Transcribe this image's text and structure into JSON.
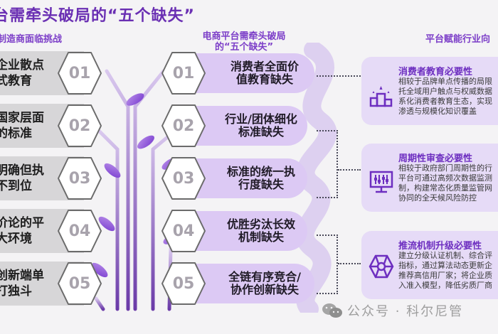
{
  "title": "台需牵头破局的“五个缺失”",
  "columns": {
    "left_heading": "制造商面临挑战",
    "middle_heading_line1": "电商平台需牵头破局",
    "middle_heading_line2": "的“五个缺失”",
    "right_heading": "平台赋能行业向"
  },
  "challenges": [
    {
      "number": "01",
      "text": "企业散点\n式教育"
    },
    {
      "number": "02",
      "text": "国家层面\n的标准"
    },
    {
      "number": "03",
      "text": "明确但执\n不到位"
    },
    {
      "number": "04",
      "text": "价论的平\n大环境"
    },
    {
      "number": "05",
      "text": "创新端单\n打独斗"
    }
  ],
  "gaps": [
    {
      "number": "01",
      "text": "消费者全面价\n值教育缺失"
    },
    {
      "number": "02",
      "text": "行业/团体细化\n标准缺失"
    },
    {
      "number": "03",
      "text": "标准的统一执\n行度缺失"
    },
    {
      "number": "04",
      "text": "优胜劣汰长效\n机制缺失"
    },
    {
      "number": "05",
      "text": "全链有序竞合/\n协作创新缺失"
    }
  ],
  "necessities": [
    {
      "icon": "podium-stars-icon",
      "title": "消费者教育必要性",
      "body": "相较于品牌单点传播的局限\n托全域用户触点与权威数据\n系化消费者教育生态，实现\n渗透与规模化知识覆盖"
    },
    {
      "icon": "monitor-sliders-icon",
      "title": "周期性审查必要性",
      "body": "相较于政府部门周期性的行\n平台可通过高频次数据监测\n制，构建常态化质量监管网\n协同的全天候风险防控"
    },
    {
      "icon": "network-hexagon-icon",
      "title": "推流机制升级必要性",
      "body": "建立分级认证机制、综合评\n指标，通过算法动态更新企\n推荐高信用厂家；将企业质\n入准入模型，降低劣质厂商"
    }
  ],
  "watermark": "公众号 · 科尔尼管",
  "colors": {
    "accent_purple": "#6a2fb3",
    "bar_lavender": "#dcc9f4",
    "card_lavender": "#e6dbf7",
    "left_bar_gray": "#d7d6d8",
    "hex_number_gray": "#a8a3ac"
  }
}
